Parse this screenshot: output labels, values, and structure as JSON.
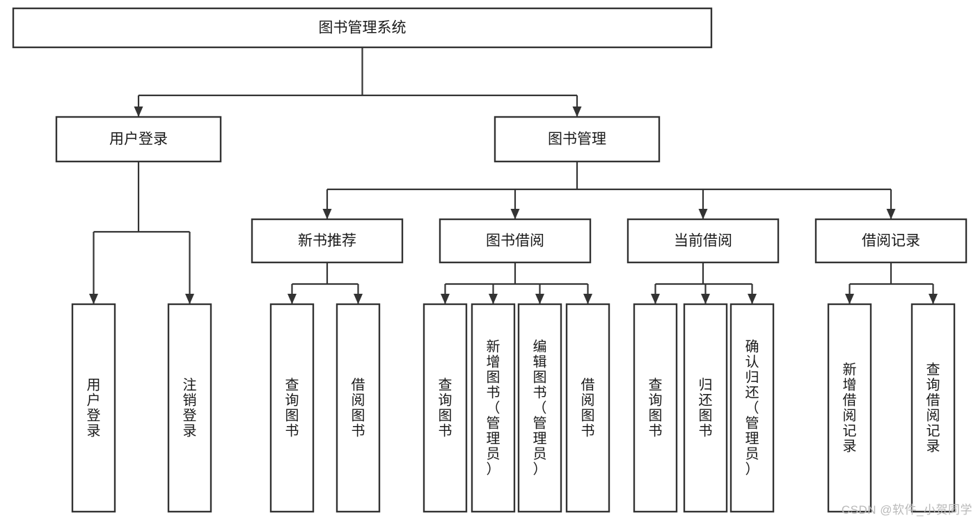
{
  "diagram": {
    "title": "图书管理系统",
    "type": "tree-hierarchy-chart",
    "orientation": "top-down",
    "colors": {
      "box_stroke": "#333333",
      "box_fill": "#ffffff",
      "connector": "#333333",
      "text": "#1a1a1a",
      "watermark": "#b9b9b9",
      "background": "#ffffff"
    },
    "root": {
      "id": "root",
      "label": "图书管理系统",
      "orient": "horizontal"
    },
    "level2": [
      {
        "id": "user-login",
        "label": "用户登录",
        "orient": "horizontal"
      },
      {
        "id": "book-manage",
        "label": "图书管理",
        "orient": "horizontal"
      }
    ],
    "level3": [
      {
        "id": "new-book-rec",
        "label": "新书推荐",
        "orient": "horizontal",
        "parent": "book-manage"
      },
      {
        "id": "book-borrow",
        "label": "图书借阅",
        "orient": "horizontal",
        "parent": "book-manage"
      },
      {
        "id": "current-borrow",
        "label": "当前借阅",
        "orient": "horizontal",
        "parent": "book-manage"
      },
      {
        "id": "borrow-record",
        "label": "借阅记录",
        "orient": "horizontal",
        "parent": "book-manage"
      }
    ],
    "leaves": [
      {
        "id": "leaf-user-login",
        "label": "用户登录",
        "orient": "vertical",
        "parent": "user-login"
      },
      {
        "id": "leaf-logout-login",
        "label": "注销登录",
        "orient": "vertical",
        "parent": "user-login"
      },
      {
        "id": "leaf-query-book-1",
        "label": "查询图书",
        "orient": "vertical",
        "parent": "new-book-rec"
      },
      {
        "id": "leaf-borrow-book-1",
        "label": "借阅图书",
        "orient": "vertical",
        "parent": "new-book-rec"
      },
      {
        "id": "leaf-query-book-2",
        "label": "查询图书",
        "orient": "vertical",
        "parent": "book-borrow"
      },
      {
        "id": "leaf-add-book",
        "label": "新增图书（管理员）",
        "orient": "vertical",
        "parent": "book-borrow"
      },
      {
        "id": "leaf-edit-book",
        "label": "编辑图书（管理员）",
        "orient": "vertical",
        "parent": "book-borrow"
      },
      {
        "id": "leaf-borrow-book-2",
        "label": "借阅图书",
        "orient": "vertical",
        "parent": "book-borrow"
      },
      {
        "id": "leaf-query-book-3",
        "label": "查询图书",
        "orient": "vertical",
        "parent": "current-borrow"
      },
      {
        "id": "leaf-return-book",
        "label": "归还图书",
        "orient": "vertical",
        "parent": "current-borrow"
      },
      {
        "id": "leaf-confirm-return",
        "label": "确认归还（管理员）",
        "orient": "vertical",
        "parent": "current-borrow"
      },
      {
        "id": "leaf-add-record",
        "label": "新增借阅记录",
        "orient": "vertical",
        "parent": "borrow-record"
      },
      {
        "id": "leaf-query-record",
        "label": "查询借阅记录",
        "orient": "vertical",
        "parent": "borrow-record"
      }
    ]
  },
  "watermark": {
    "text": "CSDN @软件_小贺同学"
  }
}
